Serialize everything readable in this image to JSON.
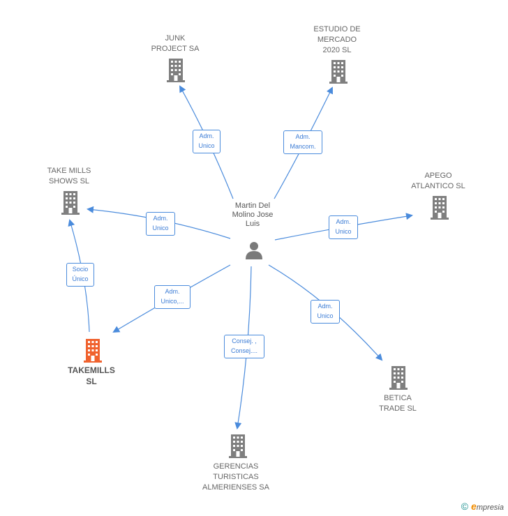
{
  "center": {
    "label": "Martin Del\nMolino Jose\nLuis",
    "icon": "person-icon"
  },
  "companies": [
    {
      "id": "junk",
      "label": "JUNK\nPROJECT SA",
      "highlight": false
    },
    {
      "id": "estudio",
      "label": "ESTUDIO DE\nMERCADO\n2020  SL",
      "highlight": false
    },
    {
      "id": "takemillsshows",
      "label": "TAKE MILLS\nSHOWS  SL",
      "highlight": false
    },
    {
      "id": "apego",
      "label": "APEGO\nATLANTICO  SL",
      "highlight": false
    },
    {
      "id": "takemills",
      "label": "TAKEMILLS\nSL",
      "highlight": true
    },
    {
      "id": "betica",
      "label": "BETICA\nTRADE SL",
      "highlight": false
    },
    {
      "id": "gerencias",
      "label": "GERENCIAS\nTURISTICAS\nALMERIENSES SA",
      "highlight": false
    }
  ],
  "relations": [
    {
      "label": "Adm.\nUnico",
      "to": "junk"
    },
    {
      "label": "Adm.\nMancom.",
      "to": "estudio"
    },
    {
      "label": "Adm.\nUnico",
      "to": "takemillsshows"
    },
    {
      "label": "Adm.\nUnico",
      "to": "apego"
    },
    {
      "label": "Adm.\nUnico,...",
      "to": "takemills"
    },
    {
      "label": "Adm.\nUnico",
      "to": "betica"
    },
    {
      "label": "Consej. ,\nConsej....",
      "to": "gerencias"
    },
    {
      "label": "Socio\nÚnico",
      "to": "takemillsshows"
    }
  ],
  "colors": {
    "edge": "#4a8bdc",
    "building": "#7f7f7f",
    "highlight": "#f0622e"
  },
  "footer": {
    "copyright_symbol": "©",
    "brand_initial": "e",
    "brand_rest": "mpresia"
  }
}
